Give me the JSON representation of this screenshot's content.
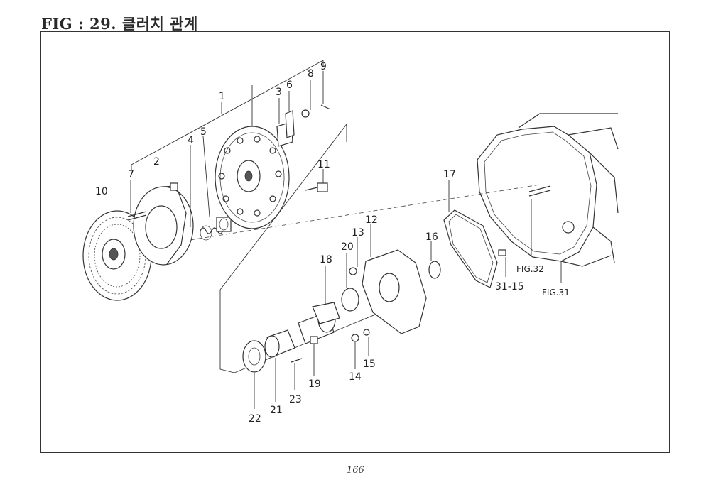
{
  "page": {
    "title": "FIG : 29. 클러치 관계",
    "page_number": "166"
  },
  "callouts": [
    {
      "id": "1",
      "label": "1"
    },
    {
      "id": "2",
      "label": "2"
    },
    {
      "id": "3",
      "label": "3"
    },
    {
      "id": "4",
      "label": "4"
    },
    {
      "id": "5",
      "label": "5"
    },
    {
      "id": "6",
      "label": "6"
    },
    {
      "id": "7",
      "label": "7"
    },
    {
      "id": "8",
      "label": "8"
    },
    {
      "id": "9",
      "label": "9"
    },
    {
      "id": "10",
      "label": "10"
    },
    {
      "id": "11",
      "label": "11"
    },
    {
      "id": "12",
      "label": "12"
    },
    {
      "id": "13",
      "label": "13"
    },
    {
      "id": "14",
      "label": "14"
    },
    {
      "id": "15",
      "label": "15"
    },
    {
      "id": "16",
      "label": "16"
    },
    {
      "id": "17",
      "label": "17"
    },
    {
      "id": "18",
      "label": "18"
    },
    {
      "id": "19",
      "label": "19"
    },
    {
      "id": "20",
      "label": "20"
    },
    {
      "id": "21",
      "label": "21"
    },
    {
      "id": "22",
      "label": "22"
    },
    {
      "id": "23",
      "label": "23"
    },
    {
      "id": "31-15",
      "label": "31-15"
    }
  ],
  "figure_refs": [
    {
      "id": "fig32",
      "label": "FIG.32"
    },
    {
      "id": "fig31",
      "label": "FIG.31"
    }
  ]
}
